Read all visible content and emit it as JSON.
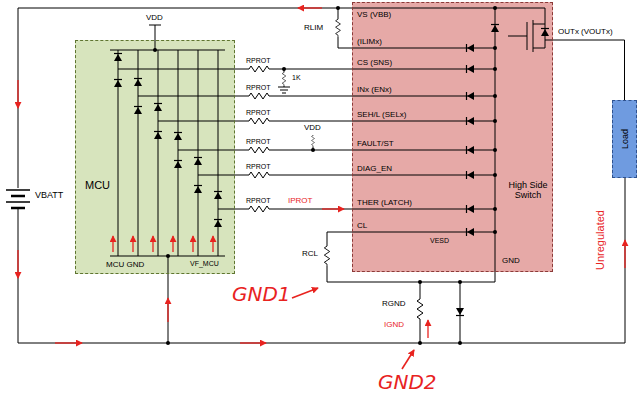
{
  "diagram": {
    "nodes": [
      {
        "text": [
          "MCU",
          "MCU GND"
        ]
      },
      {
        "text": [
          "High Side Switch"
        ]
      },
      {
        "text": [
          "Load"
        ]
      }
    ],
    "edges": [
      {
        "from": 0,
        "to": 1,
        "arrow": "none"
      },
      {
        "from": 0,
        "to": 1,
        "arrow": "none"
      },
      {
        "from": 0,
        "to": 1,
        "arrow": "none"
      },
      {
        "from": 0,
        "to": 1,
        "arrow": "none"
      },
      {
        "from": 0,
        "to": 1,
        "arrow": "none"
      },
      {
        "from": 0,
        "to": 1,
        "arrow": "none"
      },
      {
        "from": 1,
        "to": 2,
        "arrow": "none"
      }
    ],
    "labels": [
      "VDD",
      "VBATT",
      "RPROT",
      "RPROT",
      "RPROT",
      "RPROT",
      "RPROT",
      "RPROT",
      "1K",
      "VDD",
      "IPROT",
      "RLIM",
      "VS (VBB)",
      "(ILIMx)",
      "CS (SNS)",
      "INx (ENx)",
      "SEH/L (SELx)",
      "FAULT/ST",
      "DIAG_EN",
      "THER (LATCH)",
      "CL",
      "VESD",
      "GND",
      "VF_MCU",
      "OUTx (VOUTx)",
      "Unregulated",
      "RCL",
      "RGND",
      "IGND",
      "GND1",
      "GND2"
    ]
  }
}
